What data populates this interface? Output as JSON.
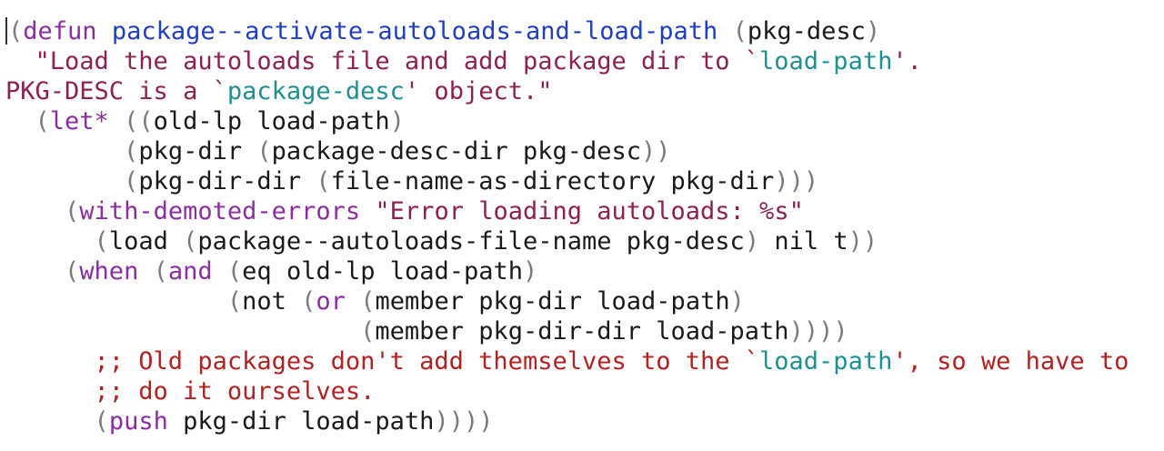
{
  "code_lines": [
    {
      "tokens": [
        {
          "t": "(",
          "c": "paren"
        },
        {
          "t": "defun",
          "c": "kw"
        },
        {
          "t": " ",
          "c": "txt"
        },
        {
          "t": "package--activate-autoloads-and-load-path",
          "c": "fn"
        },
        {
          "t": " ",
          "c": "txt"
        },
        {
          "t": "(",
          "c": "paren"
        },
        {
          "t": "pkg-desc",
          "c": "txt"
        },
        {
          "t": ")",
          "c": "paren"
        }
      ]
    },
    {
      "tokens": [
        {
          "t": "  \"Load the autoloads file and add package dir to `",
          "c": "str"
        },
        {
          "t": "load-path",
          "c": "const"
        },
        {
          "t": "'.",
          "c": "str"
        }
      ]
    },
    {
      "tokens": [
        {
          "t": "PKG-DESC is a `",
          "c": "str"
        },
        {
          "t": "package-desc",
          "c": "const"
        },
        {
          "t": "' object.\"",
          "c": "str"
        }
      ]
    },
    {
      "tokens": [
        {
          "t": "  ",
          "c": "txt"
        },
        {
          "t": "(",
          "c": "paren"
        },
        {
          "t": "let*",
          "c": "kw"
        },
        {
          "t": " ",
          "c": "txt"
        },
        {
          "t": "((",
          "c": "paren"
        },
        {
          "t": "old-lp load-path",
          "c": "txt"
        },
        {
          "t": ")",
          "c": "paren"
        }
      ]
    },
    {
      "tokens": [
        {
          "t": "        ",
          "c": "txt"
        },
        {
          "t": "(",
          "c": "paren"
        },
        {
          "t": "pkg-dir ",
          "c": "txt"
        },
        {
          "t": "(",
          "c": "paren"
        },
        {
          "t": "package-desc-dir pkg-desc",
          "c": "txt"
        },
        {
          "t": "))",
          "c": "paren"
        }
      ]
    },
    {
      "tokens": [
        {
          "t": "        ",
          "c": "txt"
        },
        {
          "t": "(",
          "c": "paren"
        },
        {
          "t": "pkg-dir-dir ",
          "c": "txt"
        },
        {
          "t": "(",
          "c": "paren"
        },
        {
          "t": "file-name-as-directory pkg-dir",
          "c": "txt"
        },
        {
          "t": ")))",
          "c": "paren"
        }
      ]
    },
    {
      "tokens": [
        {
          "t": "    ",
          "c": "txt"
        },
        {
          "t": "(",
          "c": "paren"
        },
        {
          "t": "with-demoted-errors",
          "c": "kw"
        },
        {
          "t": " ",
          "c": "txt"
        },
        {
          "t": "\"Error loading autoloads: %s\"",
          "c": "str"
        }
      ]
    },
    {
      "tokens": [
        {
          "t": "      ",
          "c": "txt"
        },
        {
          "t": "(",
          "c": "paren"
        },
        {
          "t": "load ",
          "c": "txt"
        },
        {
          "t": "(",
          "c": "paren"
        },
        {
          "t": "package--autoloads-file-name pkg-desc",
          "c": "txt"
        },
        {
          "t": ")",
          "c": "paren"
        },
        {
          "t": " nil t",
          "c": "txt"
        },
        {
          "t": "))",
          "c": "paren"
        }
      ]
    },
    {
      "tokens": [
        {
          "t": "    ",
          "c": "txt"
        },
        {
          "t": "(",
          "c": "paren"
        },
        {
          "t": "when",
          "c": "kw"
        },
        {
          "t": " ",
          "c": "txt"
        },
        {
          "t": "(",
          "c": "paren"
        },
        {
          "t": "and",
          "c": "kw"
        },
        {
          "t": " ",
          "c": "txt"
        },
        {
          "t": "(",
          "c": "paren"
        },
        {
          "t": "eq old-lp load-path",
          "c": "txt"
        },
        {
          "t": ")",
          "c": "paren"
        }
      ]
    },
    {
      "tokens": [
        {
          "t": "               ",
          "c": "txt"
        },
        {
          "t": "(",
          "c": "paren"
        },
        {
          "t": "not ",
          "c": "txt"
        },
        {
          "t": "(",
          "c": "paren"
        },
        {
          "t": "or",
          "c": "kw"
        },
        {
          "t": " ",
          "c": "txt"
        },
        {
          "t": "(",
          "c": "paren"
        },
        {
          "t": "member pkg-dir load-path",
          "c": "txt"
        },
        {
          "t": ")",
          "c": "paren"
        }
      ]
    },
    {
      "tokens": [
        {
          "t": "                        ",
          "c": "txt"
        },
        {
          "t": "(",
          "c": "paren"
        },
        {
          "t": "member pkg-dir-dir load-path",
          "c": "txt"
        },
        {
          "t": "))))",
          "c": "paren"
        }
      ]
    },
    {
      "tokens": [
        {
          "t": "      ;; Old packages don't add themselves to the `",
          "c": "cmt"
        },
        {
          "t": "load-path",
          "c": "const"
        },
        {
          "t": "', so we have to",
          "c": "cmt"
        }
      ]
    },
    {
      "tokens": [
        {
          "t": "      ;; do it ourselves.",
          "c": "cmt"
        }
      ]
    },
    {
      "tokens": [
        {
          "t": "      ",
          "c": "txt"
        },
        {
          "t": "(",
          "c": "paren"
        },
        {
          "t": "push",
          "c": "kw"
        },
        {
          "t": " pkg-dir load-path",
          "c": "txt"
        },
        {
          "t": "))))",
          "c": "paren"
        }
      ]
    }
  ]
}
